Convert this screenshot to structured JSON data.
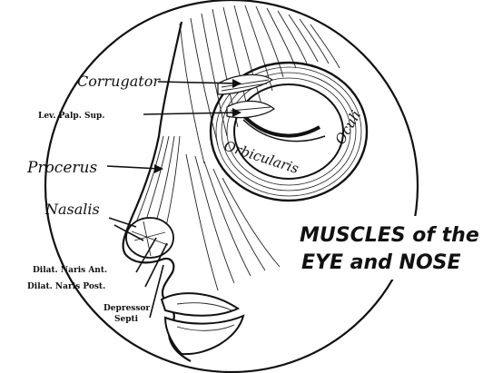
{
  "labels": {
    "corrugator": "Corrugator",
    "lev_palp_sup": "Lev. Palp. Sup.",
    "procerus": "Procerus",
    "nasalis": "Nasalis",
    "dilat_naris_ant": "Dilat. Naris Ant.",
    "dilat_naris_post": "Dilat. Naris Post.",
    "depressor": "Depressor",
    "septi": "Septi",
    "orbicularis": "Orbicularis",
    "oculi": "Oculi"
  },
  "title": {
    "line1": "MUSCLES of the",
    "line2": "EYE and NOSE"
  },
  "colors": {
    "ink": "#111111",
    "paper": "#ffffff"
  }
}
